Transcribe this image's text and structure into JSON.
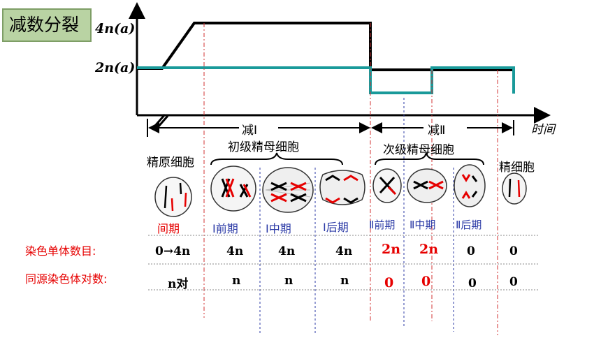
{
  "title": "减数分裂",
  "y_axis": {
    "top_label": "4n(a)",
    "mid_label": "2n(a)"
  },
  "x_axis": {
    "label": "时间"
  },
  "stages": {
    "meiosis1": "减Ⅰ",
    "meiosis2": "减Ⅱ"
  },
  "cell_groups": {
    "spermatogonium": "精原细胞",
    "primary": "初级精母细胞",
    "secondary": "次级精母细胞",
    "sperm": "精细胞"
  },
  "phases": [
    "间期",
    "Ⅰ前期",
    "Ⅰ中期",
    "Ⅰ后期",
    "Ⅱ前期",
    "Ⅱ中期",
    "Ⅱ后期"
  ],
  "rows": [
    {
      "label": "染色单体数目:",
      "values": [
        "0→4n",
        "4n",
        "4n",
        "4n",
        "2n",
        "2n",
        "0",
        "0"
      ]
    },
    {
      "label": "同源染色体对数:",
      "values": [
        "n对",
        "n",
        "n",
        "n",
        "0",
        "0",
        "0",
        "0"
      ]
    }
  ],
  "colors": {
    "dna_line": "#000000",
    "chromosome_line": "#1a9a9a",
    "accent": "#e60000",
    "phase_blue": "#2b3aa6"
  }
}
